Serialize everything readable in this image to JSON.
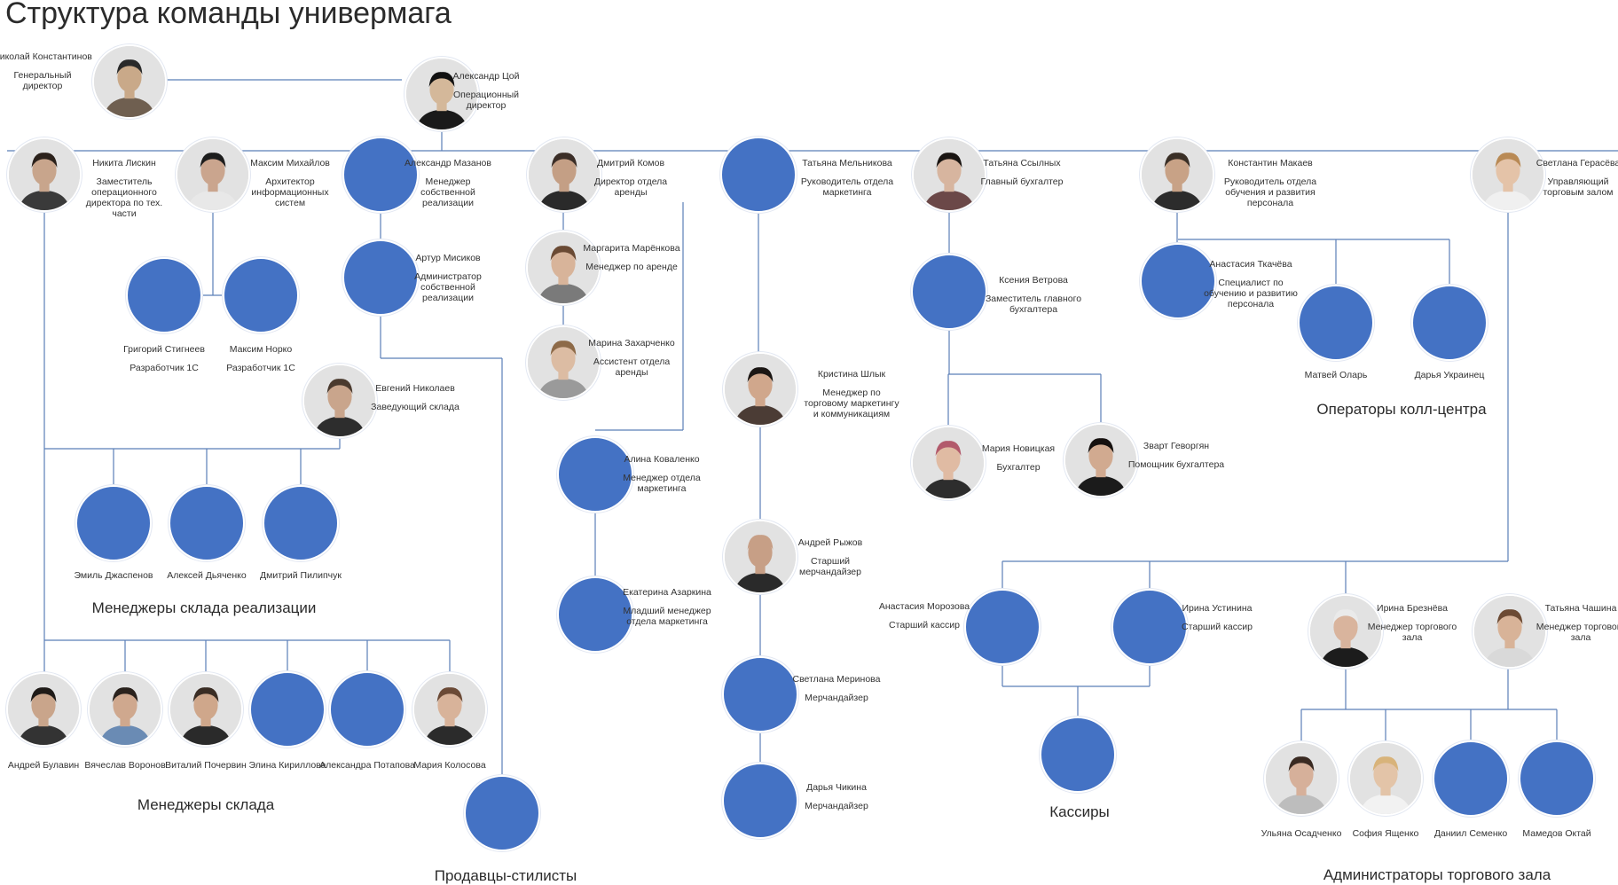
{
  "title": "Структура команды универмага",
  "colors": {
    "node": "#4472c4",
    "line": "#5b7fb8",
    "photo_bg": "#dcdcdc"
  },
  "people": [
    {
      "id": "konstantinov",
      "name": "Николай Константинов",
      "role": "Генеральный директор",
      "photo": true
    },
    {
      "id": "tsoy",
      "name": "Александр Цой",
      "role": "Операционный директор",
      "photo": true
    },
    {
      "id": "liskin",
      "name": "Никита Лискин",
      "role": "Заместитель операционного директора по тех. части",
      "photo": true
    },
    {
      "id": "mikhaylov",
      "name": "Максим Михайлов",
      "role": "Архитектор информационных систем",
      "photo": true
    },
    {
      "id": "mazanov",
      "name": "Александр Мазанов",
      "role": "Менеджер собственной реализации",
      "photo": false
    },
    {
      "id": "komov",
      "name": "Дмитрий Комов",
      "role": "Директор отдела аренды",
      "photo": true
    },
    {
      "id": "melnikova",
      "name": "Татьяна Мельникова",
      "role": "Руководитель отдела маркетинга",
      "photo": false
    },
    {
      "id": "ssylnykh",
      "name": "Татьяна Ссылных",
      "role": "Главный бухгалтер",
      "photo": true
    },
    {
      "id": "makaev",
      "name": "Константин Макаев",
      "role": "Руководитель отдела обучения и развития персонала",
      "photo": true
    },
    {
      "id": "geraseva",
      "name": "Светлана Герасёва",
      "role": "Управляющий торговым залом",
      "photo": true
    },
    {
      "id": "stigneev",
      "name": "Григорий Стигнеев",
      "role": "Разработчик 1С",
      "photo": false
    },
    {
      "id": "norko",
      "name": "Максим Норко",
      "role": "Разработчик 1С",
      "photo": false
    },
    {
      "id": "misikov",
      "name": "Артур Мисиков",
      "role": "Администратор собственной реализации",
      "photo": false
    },
    {
      "id": "maryonkova",
      "name": "Маргарита Марёнкова",
      "role": "Менеджер по аренде",
      "photo": true
    },
    {
      "id": "zakharchenko",
      "name": "Марина Захарченко",
      "role": "Ассистент отдела аренды",
      "photo": true
    },
    {
      "id": "vetrova",
      "name": "Ксения Ветрова",
      "role": "Заместитель главного бухгалтера",
      "photo": false
    },
    {
      "id": "tkacheva",
      "name": "Анастасия Ткачёва",
      "role": "Специалист по обучению и развитию персонала",
      "photo": false
    },
    {
      "id": "olar",
      "name": "Матвей Оларь",
      "role": "",
      "photo": false
    },
    {
      "id": "ukhranets",
      "name": "Дарья Украинец",
      "role": "",
      "photo": false
    },
    {
      "id": "nikolaev",
      "name": "Евгений Николаев",
      "role": "Заведующий склада",
      "photo": true
    },
    {
      "id": "shlyk",
      "name": "Кристина Шлык",
      "role": "Менеджер по торговому маркетингу и коммуникациям",
      "photo": true
    },
    {
      "id": "kovalenko",
      "name": "Алина Коваленко",
      "role": "Менеджер отдела маркетинга",
      "photo": false
    },
    {
      "id": "novitskaya",
      "name": "Мария Новицкая",
      "role": "Бухгалтер",
      "photo": true
    },
    {
      "id": "gevorgyan",
      "name": "Зварт Геворгян",
      "role": "Помощник бухгалтера",
      "photo": true
    },
    {
      "id": "dzhaspenov",
      "name": "Эмиль Джаспенов",
      "role": "",
      "photo": false
    },
    {
      "id": "dyachenko",
      "name": "Алексей Дьяченко",
      "role": "",
      "photo": false
    },
    {
      "id": "pilipchuk",
      "name": "Дмитрий Пилипчук",
      "role": "",
      "photo": false
    },
    {
      "id": "ryzhov",
      "name": "Андрей Рыжов",
      "role": "Старший мерчандайзер",
      "photo": true
    },
    {
      "id": "azarkina",
      "name": "Екатерина Азаркина",
      "role": "Младший менеджер отдела маркетинга",
      "photo": false
    },
    {
      "id": "morozova",
      "name": "Анастасия Морозова",
      "role": "Старший кассир",
      "photo": false
    },
    {
      "id": "ustinina",
      "name": "Ирина Устинина",
      "role": "Старший кассир",
      "photo": false
    },
    {
      "id": "breznyova",
      "name": "Ирина Брезнёва",
      "role": "Менеджер торгового зала",
      "photo": true
    },
    {
      "id": "chashina",
      "name": "Татьяна Чашина",
      "role": "Менеджер торгового зала",
      "photo": true
    },
    {
      "id": "bulavin",
      "name": "Андрей Булавин",
      "role": "",
      "photo": true
    },
    {
      "id": "voronov",
      "name": "Вячеслав Воронов",
      "role": "",
      "photo": true
    },
    {
      "id": "pochervin",
      "name": "Виталий Почервин",
      "role": "",
      "photo": true
    },
    {
      "id": "kirillova",
      "name": "Элина Кириллова",
      "role": "",
      "photo": false
    },
    {
      "id": "potapova",
      "name": "Александра Потапова",
      "role": "",
      "photo": false
    },
    {
      "id": "kolosova",
      "name": "Мария Колосова",
      "role": "",
      "photo": true
    },
    {
      "id": "merinova",
      "name": "Светлана Меринова",
      "role": "Мерчандайзер",
      "photo": false
    },
    {
      "id": "chikina",
      "name": "Дарья Чикина",
      "role": "Мерчандайзер",
      "photo": false
    },
    {
      "id": "stylist",
      "name": "",
      "role": "",
      "photo": false
    },
    {
      "id": "cashier",
      "name": "",
      "role": "",
      "photo": false
    },
    {
      "id": "osadchenko",
      "name": "Ульяна Осадченко",
      "role": "",
      "photo": true
    },
    {
      "id": "yashchenko",
      "name": "София Ященко",
      "role": "",
      "photo": true
    },
    {
      "id": "semenko",
      "name": "Даниил Семенко",
      "role": "",
      "photo": false
    },
    {
      "id": "oktay",
      "name": "Мамедов Октай",
      "role": "",
      "photo": false
    }
  ],
  "groups": [
    {
      "id": "g-ops-call",
      "label": "Операторы колл-центра"
    },
    {
      "id": "g-sklad-real",
      "label": "Менеджеры склада реализации"
    },
    {
      "id": "g-sklad",
      "label": "Менеджеры склада"
    },
    {
      "id": "g-stylists",
      "label": "Продавцы-стилисты"
    },
    {
      "id": "g-cashiers",
      "label": "Кассиры"
    },
    {
      "id": "g-admins",
      "label": "Администраторы торгового зала"
    }
  ]
}
